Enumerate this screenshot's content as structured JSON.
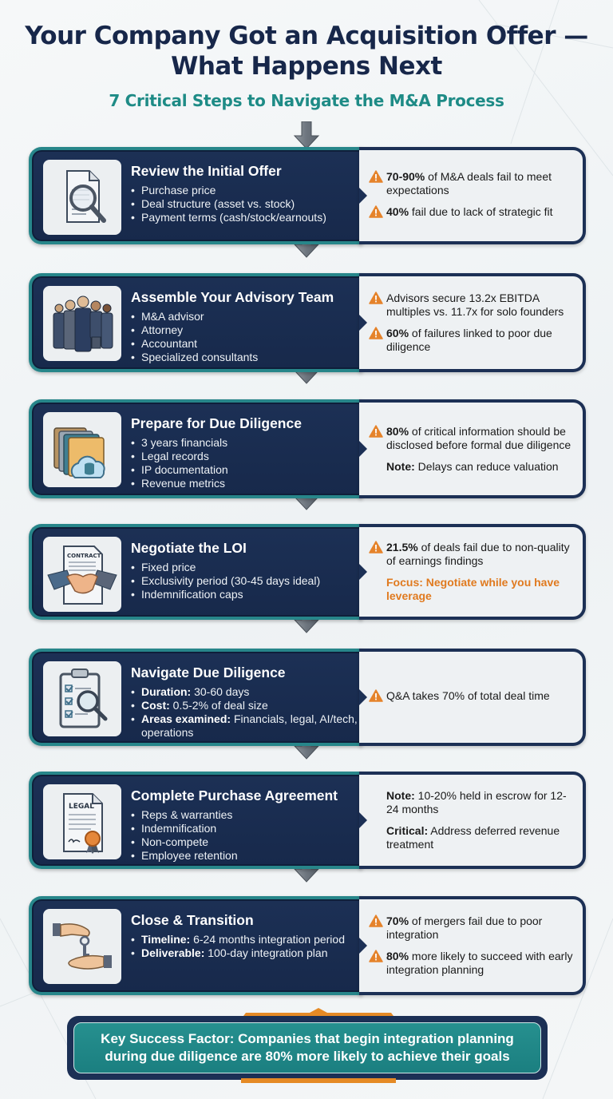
{
  "header": {
    "title": "Your Company Got an Acquisition Offer — What Happens Next",
    "subtitle": "7 Critical Steps to Navigate the M&A Process"
  },
  "colors": {
    "navy": "#1c3055",
    "teal": "#27868a",
    "orange": "#e07a1f",
    "light_panel": "#eef1f3"
  },
  "steps": [
    {
      "icon": "document-magnifier-icon",
      "title": "Review the Initial Offer",
      "items": [
        {
          "label": "",
          "text": "Purchase price"
        },
        {
          "label": "",
          "text": "Deal structure (asset vs. stock)"
        },
        {
          "label": "",
          "text": "Payment terms (cash/stock/earnouts)"
        }
      ],
      "facts": [
        {
          "type": "warning",
          "bold": "70-90%",
          "text": " of M&A deals fail to meet expectations"
        },
        {
          "type": "warning",
          "bold": "40%",
          "text": " fail due to lack of strategic fit"
        }
      ]
    },
    {
      "icon": "business-team-icon",
      "title": "Assemble Your Advisory Team",
      "items": [
        {
          "label": "",
          "text": "M&A advisor"
        },
        {
          "label": "",
          "text": "Attorney"
        },
        {
          "label": "",
          "text": "Accountant"
        },
        {
          "label": "",
          "text": "Specialized consultants"
        }
      ],
      "facts": [
        {
          "type": "warning",
          "bold": "",
          "text": "Advisors secure 13.2x EBITDA multiples vs. 11.7x for solo founders"
        },
        {
          "type": "warning",
          "bold": "60%",
          "text": " of failures linked to poor due diligence"
        }
      ]
    },
    {
      "icon": "folders-cloud-database-icon",
      "title": "Prepare for Due Diligence",
      "items": [
        {
          "label": "",
          "text": "3 years financials"
        },
        {
          "label": "",
          "text": "Legal records"
        },
        {
          "label": "",
          "text": "IP documentation"
        },
        {
          "label": "",
          "text": "Revenue metrics"
        }
      ],
      "facts": [
        {
          "type": "warning",
          "bold": "80%",
          "text": " of critical information should be disclosed before formal due diligence"
        },
        {
          "type": "note",
          "bold": "Note:",
          "text": " Delays can reduce valuation"
        }
      ]
    },
    {
      "icon": "contract-handshake-icon",
      "icon_label": "CONTRACT",
      "title": "Negotiate the LOI",
      "items": [
        {
          "label": "",
          "text": "Fixed price"
        },
        {
          "label": "",
          "text": "Exclusivity period (30-45 days ideal)"
        },
        {
          "label": "",
          "text": "Indemnification caps"
        }
      ],
      "facts": [
        {
          "type": "warning",
          "bold": "21.5%",
          "text": " of deals fail due to non-quality of earnings findings"
        },
        {
          "type": "focus",
          "bold": "",
          "text": "Focus: Negotiate while you have leverage"
        }
      ]
    },
    {
      "icon": "checklist-magnifier-icon",
      "title": "Navigate Due Diligence",
      "items": [
        {
          "label": "Duration:",
          "text": " 30-60 days"
        },
        {
          "label": "Cost:",
          "text": " 0.5-2% of deal size"
        },
        {
          "label": "Areas examined:",
          "text": " Financials, legal, AI/tech, operations"
        }
      ],
      "facts": [
        {
          "type": "warning",
          "bold": "",
          "text": "Q&A takes 70% of total deal time"
        }
      ]
    },
    {
      "icon": "legal-certificate-icon",
      "icon_label": "LEGAL",
      "title": "Complete Purchase Agreement",
      "items": [
        {
          "label": "",
          "text": "Reps & warranties"
        },
        {
          "label": "",
          "text": "Indemnification"
        },
        {
          "label": "",
          "text": "Non-compete"
        },
        {
          "label": "",
          "text": "Employee retention"
        }
      ],
      "facts": [
        {
          "type": "note",
          "bold": "Note:",
          "text": " 10-20% held in escrow for 12-24 months"
        },
        {
          "type": "note",
          "bold": "Critical:",
          "text": " Address deferred revenue treatment"
        }
      ]
    },
    {
      "icon": "key-handover-icon",
      "title": "Close & Transition",
      "items": [
        {
          "label": "Timeline:",
          "text": " 6-24 months integration period"
        },
        {
          "label": "Deliverable:",
          "text": " 100-day integration plan"
        }
      ],
      "facts": [
        {
          "type": "warning",
          "bold": "70%",
          "text": " of mergers fail due to poor integration"
        },
        {
          "type": "warning",
          "bold": "80%",
          "text": " more likely to succeed with early integration planning"
        }
      ]
    }
  ],
  "footer": {
    "text": "Key Success Factor: Companies that begin integration planning during due diligence are 80% more likely to achieve their goals"
  }
}
